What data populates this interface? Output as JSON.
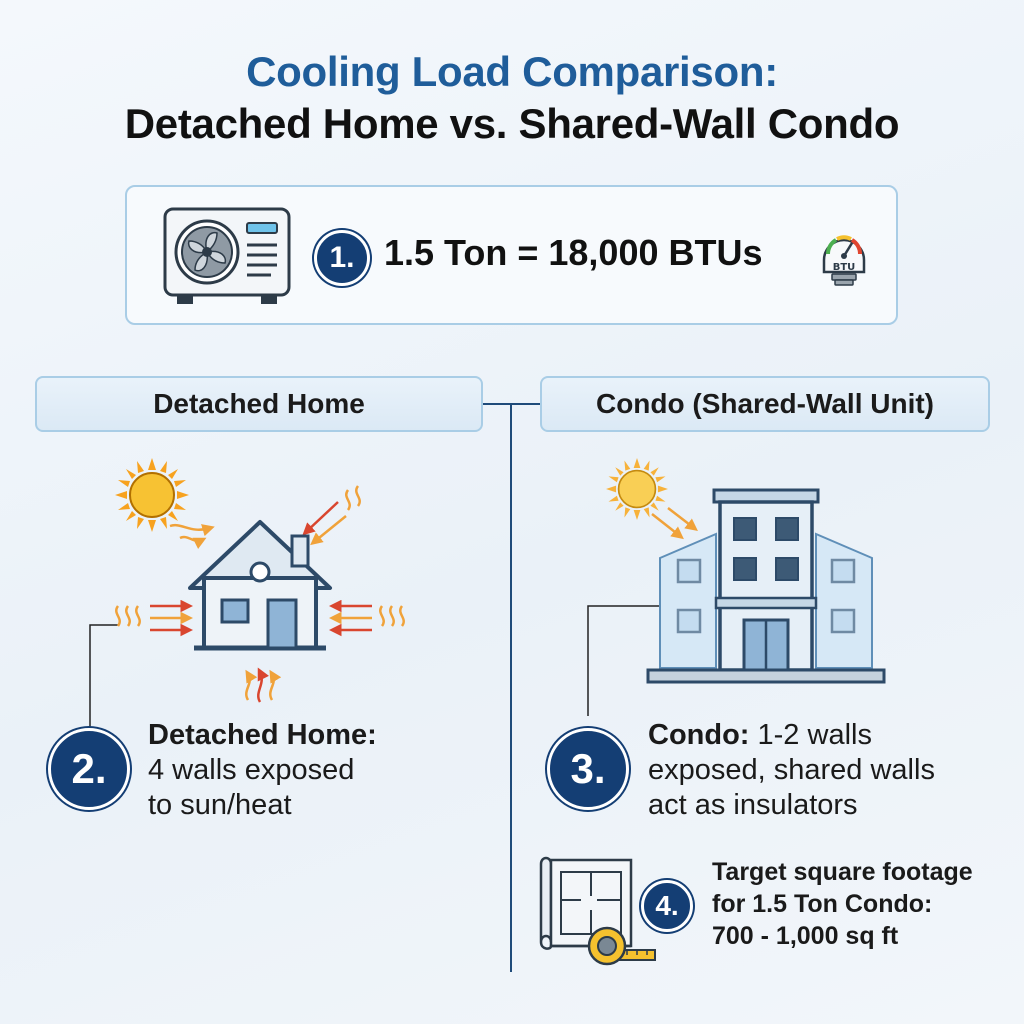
{
  "title": {
    "line1": "Cooling Load Comparison:",
    "line2": "Detached Home vs. Shared-Wall Condo"
  },
  "capacity": {
    "badge": "1.",
    "text": "1.5 Ton = 18,000 BTUs",
    "gauge_label": "BTU"
  },
  "columns": {
    "left_header": "Detached Home",
    "right_header": "Condo (Shared-Wall Unit)"
  },
  "detached": {
    "badge": "2.",
    "heading": "Detached Home:",
    "line1": "4 walls exposed",
    "line2": "to sun/heat"
  },
  "condo": {
    "badge": "3.",
    "heading": "Condo:",
    "line1_rest": " 1-2 walls",
    "line2": "exposed, shared walls",
    "line3": "act as insulators"
  },
  "target": {
    "badge": "4.",
    "line1": "Target square footage",
    "line2": "for 1.5 Ton Condo:",
    "line3": "700 - 1,000 sq ft"
  },
  "colors": {
    "title_blue": "#1f5d9a",
    "badge_navy": "#143e74",
    "border_blue": "#a9cde6",
    "sun_yellow": "#f7c233",
    "heat_red": "#d9462f",
    "heat_orange": "#f0a23a"
  },
  "icons": [
    "ac-unit-icon",
    "btu-gauge-icon",
    "sun-icon",
    "house-icon",
    "heat-wave-icon",
    "condo-building-icon",
    "floor-plan-icon",
    "tape-measure-icon"
  ]
}
